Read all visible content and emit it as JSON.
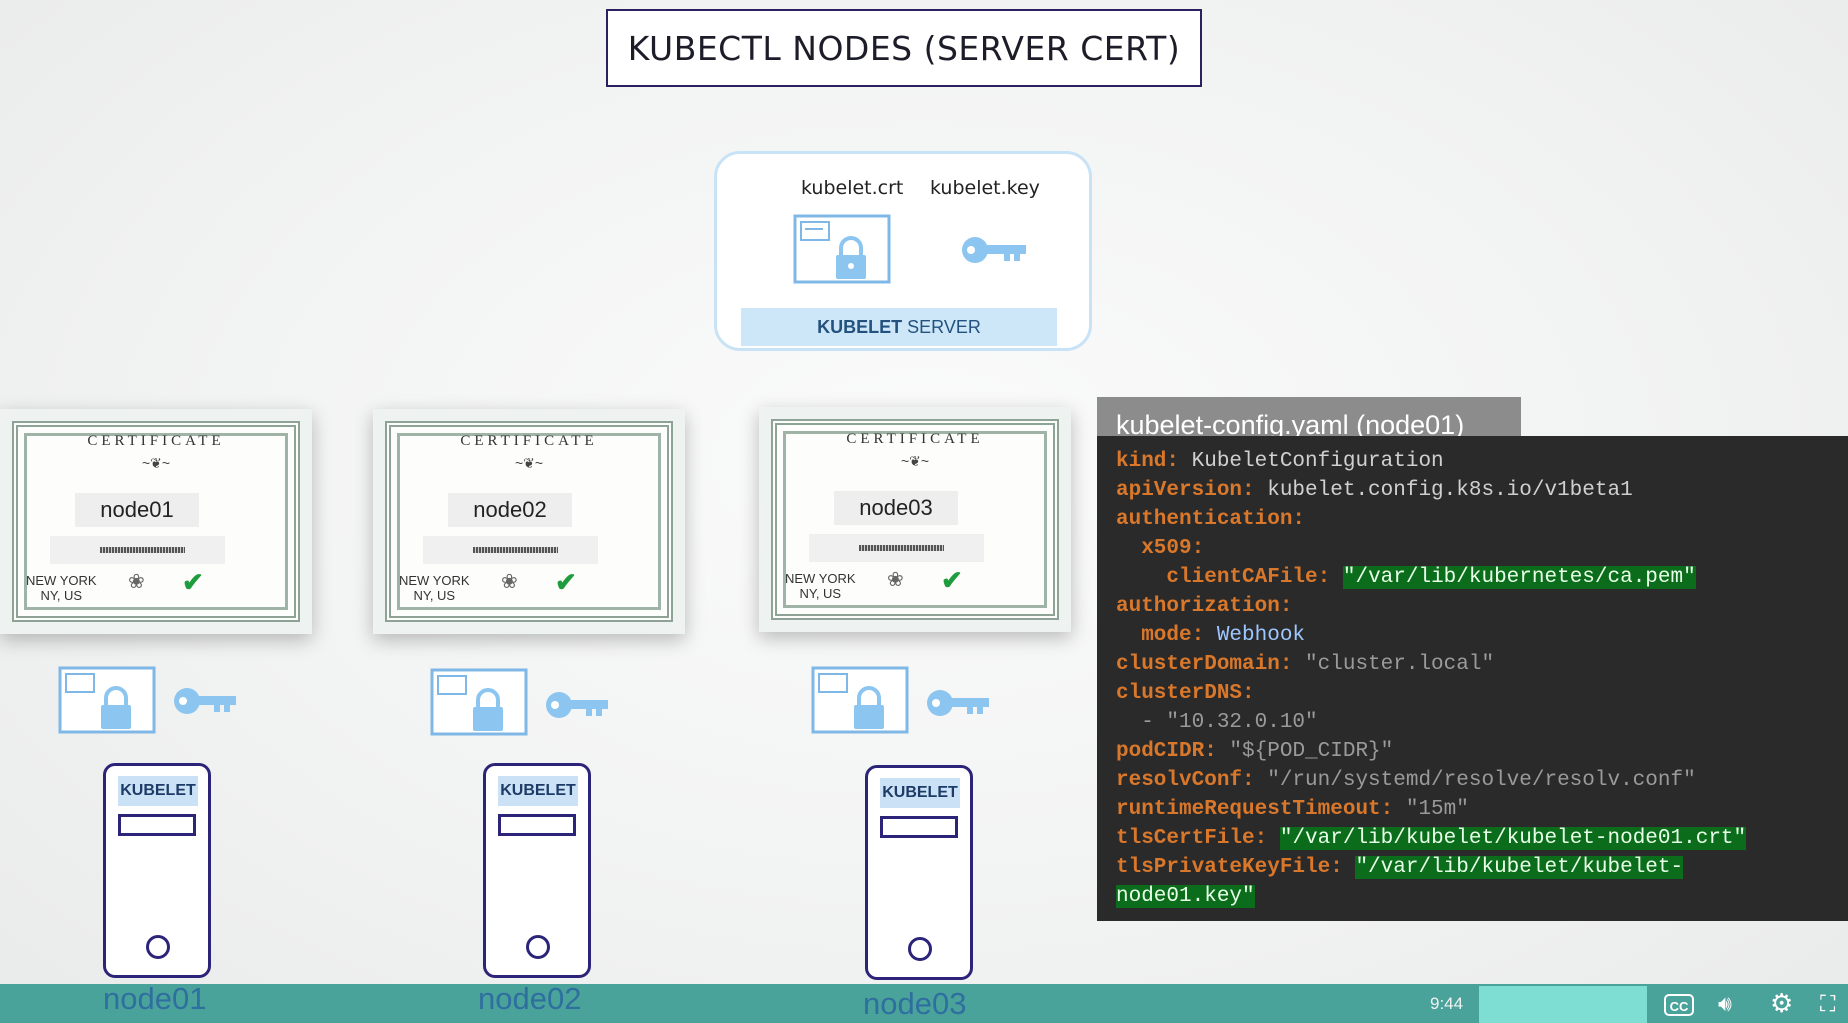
{
  "slide": {
    "title": "KUBECTL NODES (SERVER CERT)",
    "server_box": {
      "crt_label": "kubelet.crt",
      "key_label": "kubelet.key",
      "bar_bold": "KUBELET",
      "bar_rest": "SERVER"
    },
    "certificates": [
      {
        "title": "CERTIFICATE",
        "name": "node01",
        "city": "NEW YORK",
        "region": "NY, US"
      },
      {
        "title": "CERTIFICATE",
        "name": "node02",
        "city": "NEW YORK",
        "region": "NY, US"
      },
      {
        "title": "CERTIFICATE",
        "name": "node03",
        "city": "NEW YORK",
        "region": "NY, US"
      }
    ],
    "servers": [
      {
        "label": "KUBELET",
        "name": "node01"
      },
      {
        "label": "KUBELET",
        "name": "node02"
      },
      {
        "label": "KUBELET",
        "name": "node03"
      }
    ]
  },
  "yaml": {
    "tab": "kubelet-config.yaml (node01)",
    "l1k": "kind:",
    "l1v": " KubeletConfiguration",
    "l2k": "apiVersion:",
    "l2v": " kubelet.config.k8s.io/v1beta1",
    "l3k": "authentication:",
    "l4k": "  x509:",
    "l5k": "    clientCAFile:",
    "l5v": "\"/var/lib/kubernetes/ca.pem\"",
    "l6k": "authorization:",
    "l7k": "  mode:",
    "l7v": " Webhook",
    "l8k": "clusterDomain:",
    "l8v": " \"cluster.local\"",
    "l9k": "clusterDNS:",
    "l10v": "  - \"10.32.0.10\"",
    "l11k": "podCIDR:",
    "l11v": " \"${POD_CIDR}\"",
    "l12k": "resolvConf:",
    "l12v": " \"/run/systemd/resolve/resolv.conf\"",
    "l13k": "runtimeRequestTimeout:",
    "l13v": " \"15m\"",
    "l14k": "tlsCertFile:",
    "l14v": "\"/var/lib/kubelet/kubelet-node01.crt\"",
    "l15k": "tlsPrivateKeyFile:",
    "l15v": "\"/var/lib/kubelet/kubelet-",
    "l16v": "node01.key\""
  },
  "player": {
    "time": "9:44",
    "progress_fraction": 0.8,
    "icons": [
      "cc-icon",
      "volume-icon",
      "settings-icon",
      "fullscreen-icon"
    ]
  }
}
